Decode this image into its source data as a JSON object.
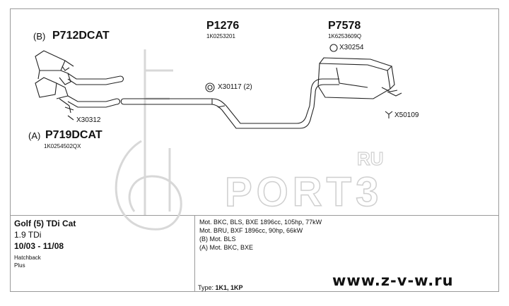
{
  "parts": {
    "cat_b": {
      "prefix": "(B)",
      "code": "P712DCAT"
    },
    "cat_a": {
      "prefix": "(A)",
      "code": "P719DCAT",
      "oem": "1K0254502QX"
    },
    "middle": {
      "code": "P1276",
      "oem": "1K0253201"
    },
    "rear": {
      "code": "P7578",
      "oem": "1K6253609Q"
    }
  },
  "accessories": {
    "clamp_cat": "X30312",
    "clamp_middle": "X30117 (2)",
    "ring_rear": "X30254",
    "hanger_rear": "X50109"
  },
  "vehicle": {
    "model": "Golf (5) TDi Cat",
    "engine": "1.9 TDi",
    "years": "10/03 - 11/08",
    "body": "Hatchback",
    "trim": "Plus"
  },
  "specs": {
    "lines": [
      "Mot. BKC, BLS, BXE 1896cc, 105hp, 77kW",
      "Mot. BRU, BXF 1896cc, 90hp, 66kW",
      "(B) Mot. BLS",
      "(A) Mot. BKC, BXE"
    ],
    "type_label": "Type:",
    "type_value": "1K1, 1KP"
  },
  "watermark": {
    "brand": "PORT3",
    "suffix": "RU"
  },
  "footer": {
    "url": "www.z-v-w.ru"
  }
}
